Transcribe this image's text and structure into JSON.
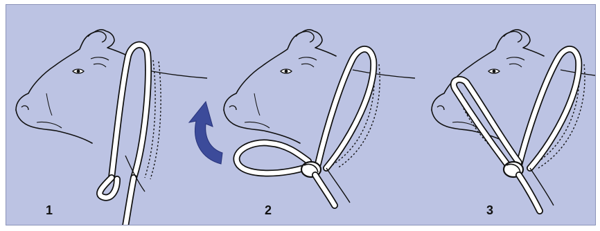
{
  "steps": [
    {
      "label": "1"
    },
    {
      "label": "2"
    },
    {
      "label": "3"
    }
  ],
  "colors": {
    "background": "#bcc3e3",
    "line": "#111111",
    "rope_fill": "#ffffff",
    "arrow": "#3c4b9a"
  },
  "icons": {
    "arrow": "curved-arrow-icon"
  }
}
